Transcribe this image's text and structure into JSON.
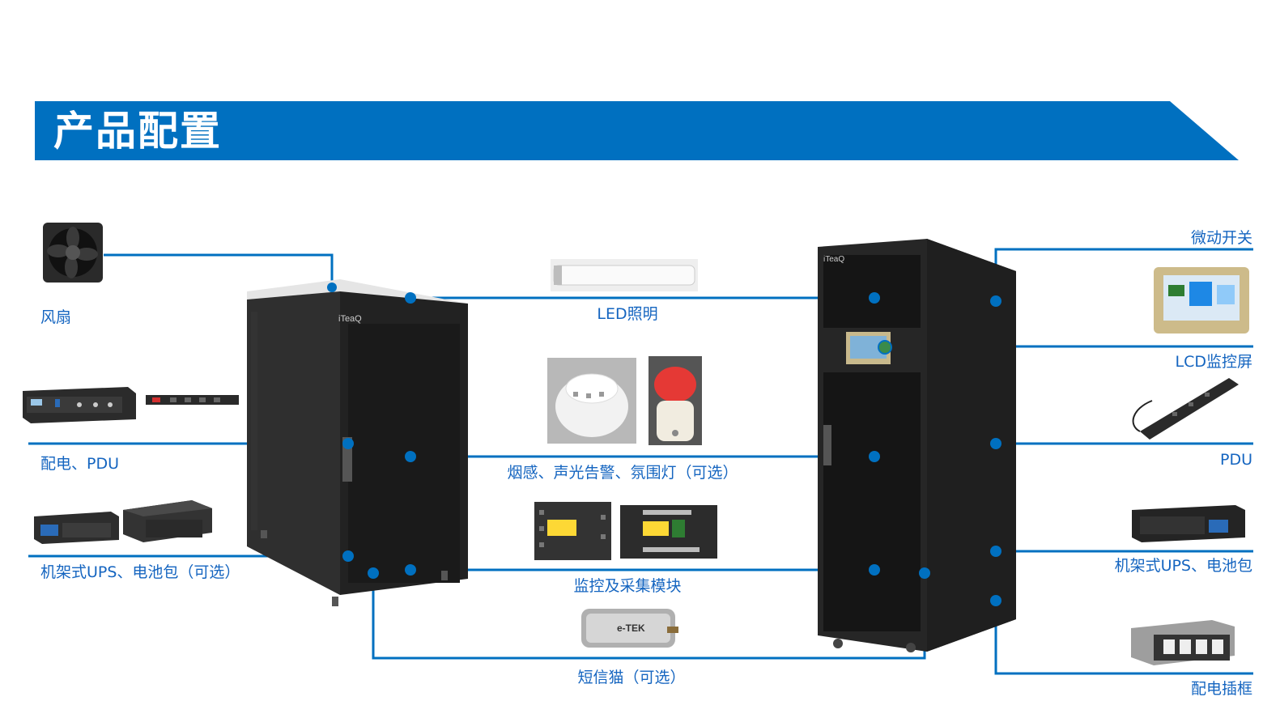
{
  "header": {
    "title": "产品配置",
    "color": "#0070c0"
  },
  "brand": {
    "logo": "iTeaQ"
  },
  "labels": {
    "fan": "风扇",
    "pdu_left": "配电、PDU",
    "ups_left": "机架式UPS、电池包（可选）",
    "led": "LED照明",
    "smoke": "烟感、声光告警、氛围灯（可选）",
    "monitor": "监控及采集模块",
    "sms": "短信猫（可选）",
    "micro_switch": "微动开关",
    "lcd": "LCD监控屏",
    "pdu_right": "PDU",
    "ups_right": "机架式UPS、电池包",
    "power_frame": "配电插框"
  },
  "sms_brand": "e-TEK",
  "colors": {
    "line": "#0070c0",
    "label": "#1565c0",
    "cabinet": "#2b2b2b"
  }
}
